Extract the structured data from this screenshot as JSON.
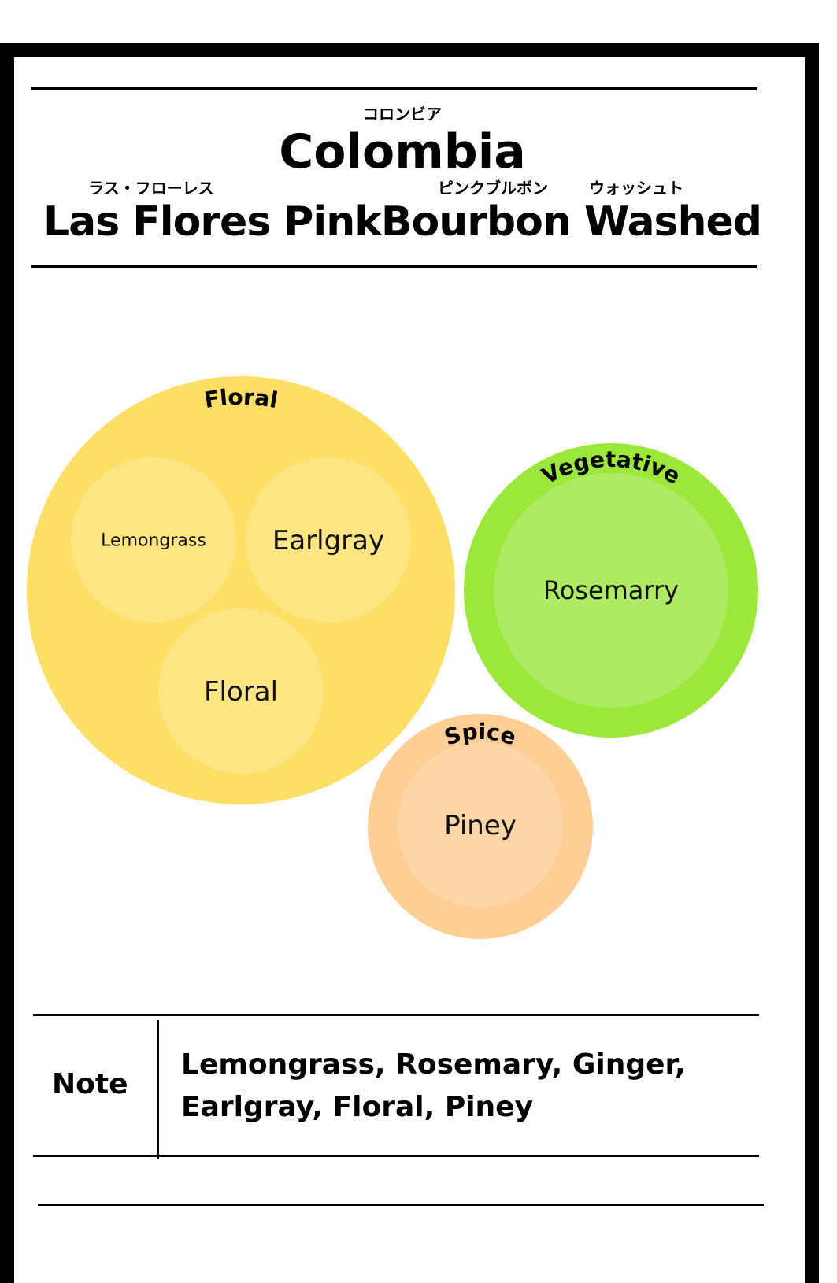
{
  "header": {
    "country_ruby": "コロンビア",
    "country": "Colombia",
    "name_ruby_1": "ラス・フローレス",
    "name_ruby_2": "ピンクブルボン",
    "name_ruby_3": "ウォッシュト",
    "name": "Las Flores PinkBourbon Washed"
  },
  "flavor_groups": [
    {
      "label": "Floral",
      "color": "#FEDF66",
      "inner_color": "#FEE583",
      "items": [
        "Lemongrass",
        "Earlgray",
        "Floral"
      ]
    },
    {
      "label": "Vegetative",
      "color": "#9BE83A",
      "inner_color": "#AEEB62",
      "items": [
        "Rosemarry"
      ]
    },
    {
      "label": "Spice",
      "color": "#FECE94",
      "inner_color": "#FDD6A8",
      "items": [
        "Piney"
      ]
    }
  ],
  "note": {
    "label": "Note",
    "line1": "Lemongrass, Rosemary, Ginger,",
    "line2": "Earlgray, Floral, Piney"
  }
}
